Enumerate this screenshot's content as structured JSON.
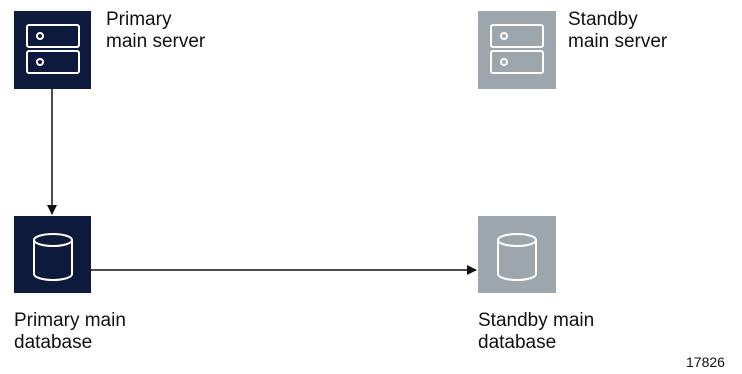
{
  "colors": {
    "primary": "#0d1a3b",
    "standby": "#9da6ad",
    "icon_stroke": "#ffffff",
    "connector": "#111111"
  },
  "nodes": {
    "primary_server": {
      "label": "Primary\nmain server",
      "icon": "server-icon",
      "status": "primary"
    },
    "standby_server": {
      "label": "Standby\nmain server",
      "icon": "server-icon",
      "status": "standby"
    },
    "primary_database": {
      "label": "Primary main\ndatabase",
      "icon": "database-icon",
      "status": "primary"
    },
    "standby_database": {
      "label": "Standby main\ndatabase",
      "icon": "database-icon",
      "status": "standby"
    }
  },
  "edges": [
    {
      "from": "primary_server",
      "to": "primary_database"
    },
    {
      "from": "primary_database",
      "to": "standby_database"
    }
  ],
  "figure_id": "17826"
}
